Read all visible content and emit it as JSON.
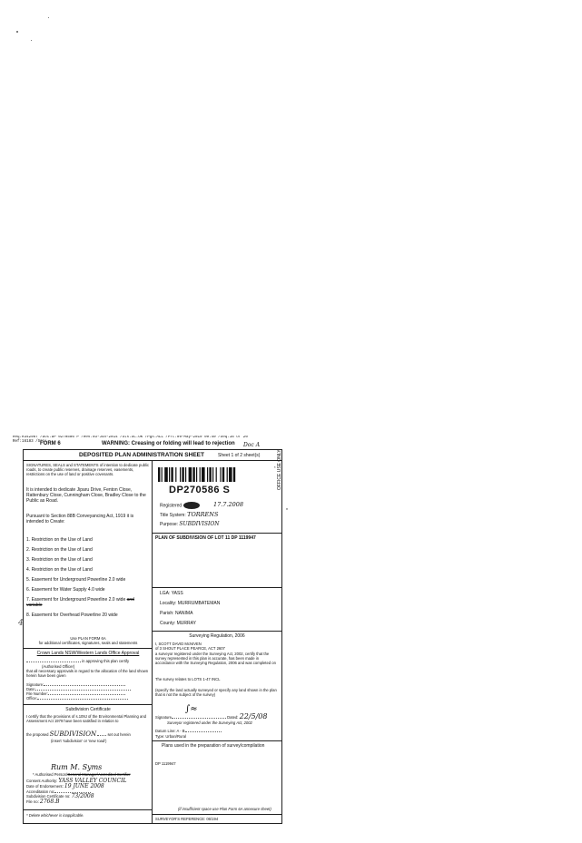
{
  "header": {
    "reg_line1": "Req:R342987 /Doc:DP 0270586 P /Rev:03-Jun-2014 /Sts:SC.OK /Pgs:ALL /Prt:09-May-2019 09:40 /Seq:16 of 20",
    "reg_line2": "Ref:16183 /Src:",
    "form_ref": "FORM 6",
    "warning": "WARNING: Creasing or folding will lead to rejection",
    "doc_mark": "Doc A"
  },
  "sheet": {
    "title": "DEPOSITED PLAN ADMINISTRATION SHEET",
    "sheet_label": "Sheet",
    "sheet_no": "1",
    "of_label": "of",
    "sheet_total": "2",
    "sheets_suffix": "sheet(s)",
    "office_use": "OFFICE USE ONLY"
  },
  "left": {
    "signatures_text": "SIGNATURES, SEALS and STATEMENTS of intention to dedicate public roads, to create public reserves, drainage reserves, easements, restrictions on the use of land or positive covenants.",
    "dedicate_text": "It is intended to dedicate Jiparu Drive, Fenton Close, Rattenbury Close, Cunningham Close, Bradley Close to the Public as Road.",
    "pursuant_text": "Pursuant to Section 88B Conveyancing Act, 1919 it is intended to Create:",
    "items": [
      {
        "num": "1.",
        "text": "Restriction on the Use of Land"
      },
      {
        "num": "2.",
        "text": "Restriction on the Use of Land"
      },
      {
        "num": "3.",
        "text": "Restriction on the Use of Land"
      },
      {
        "num": "4.",
        "text": "Restriction on the Use of Land"
      },
      {
        "num": "5.",
        "text": "Easement for Underground Powerline 2.0 wide"
      },
      {
        "num": "6.",
        "text": "Easement for Water Supply 4.0 wide"
      },
      {
        "num": "7.",
        "text": "Easement for Underground Powerline 2.0 wide"
      },
      {
        "num": "8.",
        "text": "Easement for Overhead Powerline 20 wide"
      }
    ],
    "item7_struck": "and variable",
    "use_form": "Use PLAN FORM 6A",
    "use_form_sub": "for additional certificates, signatures, seals and statements",
    "crown_title": "Crown Lands NSW/Western Lands Office Approval",
    "crown_line1": "in approving this plan certify",
    "crown_officer": "(Authorised Officer)",
    "crown_text": "that all necessary approvals in regard to the allocation of the land shown herein have been given",
    "crown_fields": [
      "Signature:",
      "Date:",
      "File Number:",
      "Office:"
    ],
    "subdiv_title": "Subdivision Certificate",
    "subdiv_text": "I certify that the provisions of s.109J of the Environmental Planning and Assessment Act 1979 have been satisfied in relation to",
    "proposed_label": "the proposed",
    "proposed_value": "SUBDIVISION",
    "set_out": "set out herein",
    "insert_note": "(insert 'subdivision' or 'new road')",
    "signature_scrawl": "Rum M. Syms",
    "auth_person": "* Authorised Person/",
    "auth_struck": "General Manager/Accredited Certifier",
    "consent_label": "Consent Authority:",
    "consent_value": "YASS VALLEY COUNCIL",
    "endorse_label": "Date of Endorsement:",
    "endorse_value": "19 JUNE 2008",
    "accred_label": "Accreditation no:",
    "cert_label": "Subdivision Certificate no:",
    "cert_value": "73/2008",
    "file_label": "File no:",
    "file_value": "2768.B",
    "footnote": "* Delete whichever is inapplicable."
  },
  "right": {
    "plan_no": "DP270586 S",
    "registered_label": "Registered",
    "registered_date": "17.7.2008",
    "title_label": "Title System:",
    "title_value": "TORRENS",
    "purpose_label": "Purpose:",
    "purpose_value": "SUBDIVISION",
    "plan_of": "PLAN OF SUBDIVISION OF LOT 11 DP 1119947",
    "lga_label": "LGA:",
    "lga_value": "YASS",
    "locality_label": "Locality:",
    "locality_value": "MURRUMBATEMAN",
    "parish_label": "Parish:",
    "parish_value": "NANIMA",
    "county_label": "County:",
    "county_value": "MURRAY",
    "survey_reg_title": "Surveying Regulation, 2006",
    "surveyor_line1": "I, SCOTT DAVID McNIVEN",
    "surveyor_line2": "of 3 SHOUT PLACE PEARCE, ACT 2607",
    "surveyor_text": "a surveyor registered under the Surveying Act, 2002, certify that the survey represented in this plan is accurate, has been made in accordance with the Surveying Regulation, 2006 and was completed on",
    "relates_label": "The survey relates to",
    "relates_value": "LOTS 1-47 INCL",
    "specify_text": "(specify the land actually surveyed or specify any land shown in the plan that is not the subject of the survey)",
    "signature_label": "Signature",
    "dated_label": "Dated:",
    "dated_value": "22/5/08",
    "surveyor_reg_note": "Surveyor registered under the Surveying Act, 2002",
    "datum_label": "Datum Line:",
    "datum_value": "A - B",
    "type_label": "Type: Urban/Rural",
    "plans_used_title": "Plans used in the preparation of survey/compilation",
    "plans_used": [
      "DP 1119947"
    ],
    "insufficient_note": "(if insufficient space use Plan Form 6A annexure sheet)",
    "surveyor_ref": "SURVEYOR'S REFERENCE: 06/194"
  },
  "margin_mark": "4"
}
